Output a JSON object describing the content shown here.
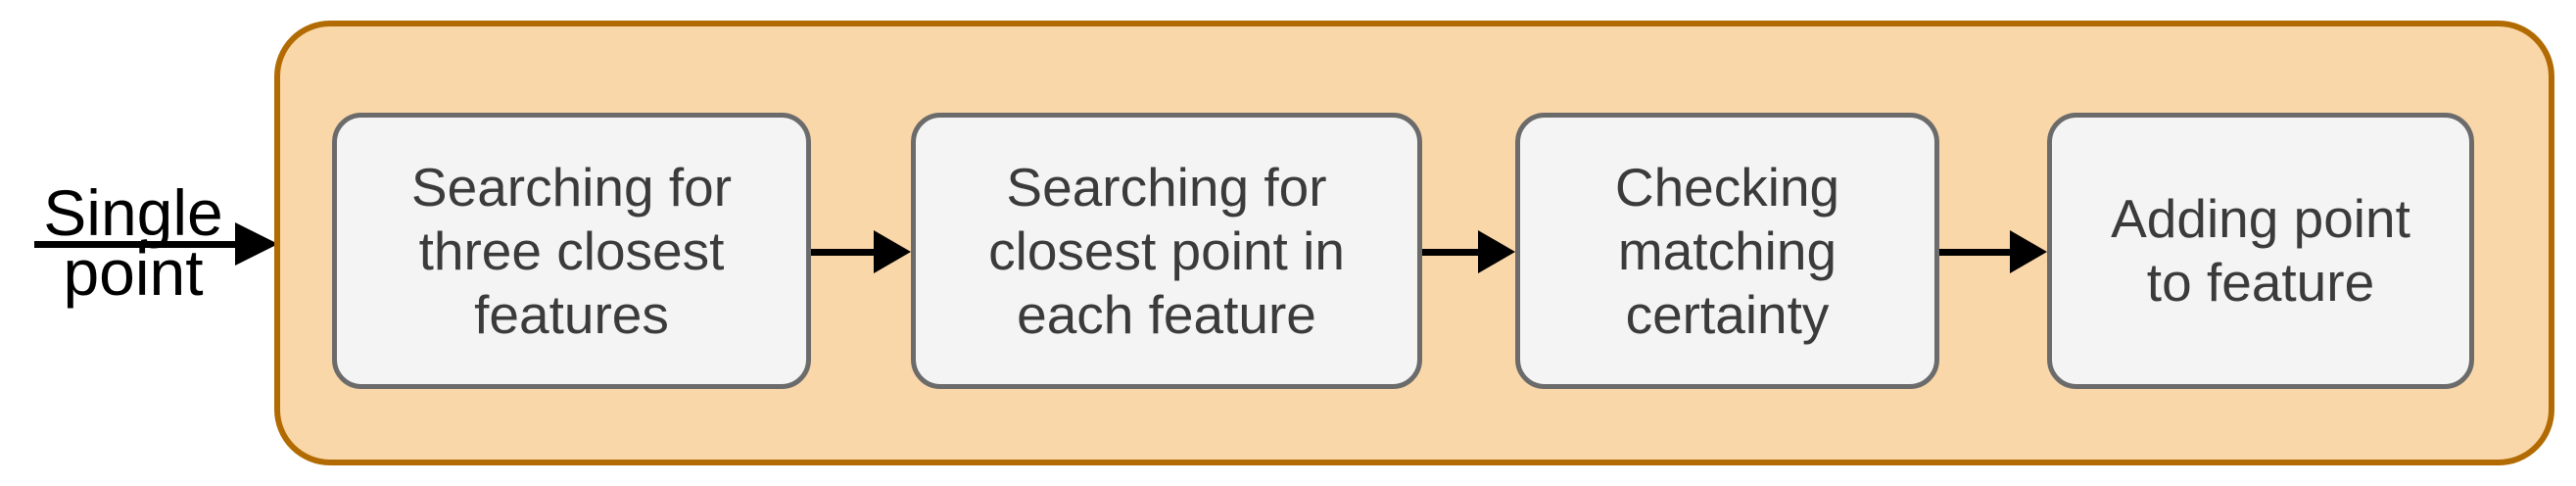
{
  "input": {
    "line1": "Single",
    "line2": "point"
  },
  "steps": [
    {
      "lines": [
        "Searching for",
        "three closest",
        "features"
      ]
    },
    {
      "lines": [
        "Searching for",
        "closest point in",
        "each feature"
      ]
    },
    {
      "lines": [
        "Checking",
        "matching",
        "certainty"
      ]
    },
    {
      "lines": [
        "Adding point",
        "to feature"
      ]
    }
  ],
  "colors": {
    "background": "#FFFFFF",
    "container_fill": "#FAD7A9",
    "container_border": "#B26B02",
    "step_fill": "#F4F4F4",
    "step_border": "#6B6B6B",
    "step_text": "#3B3B3B",
    "label_text": "#000000",
    "arrow": "#000000"
  }
}
